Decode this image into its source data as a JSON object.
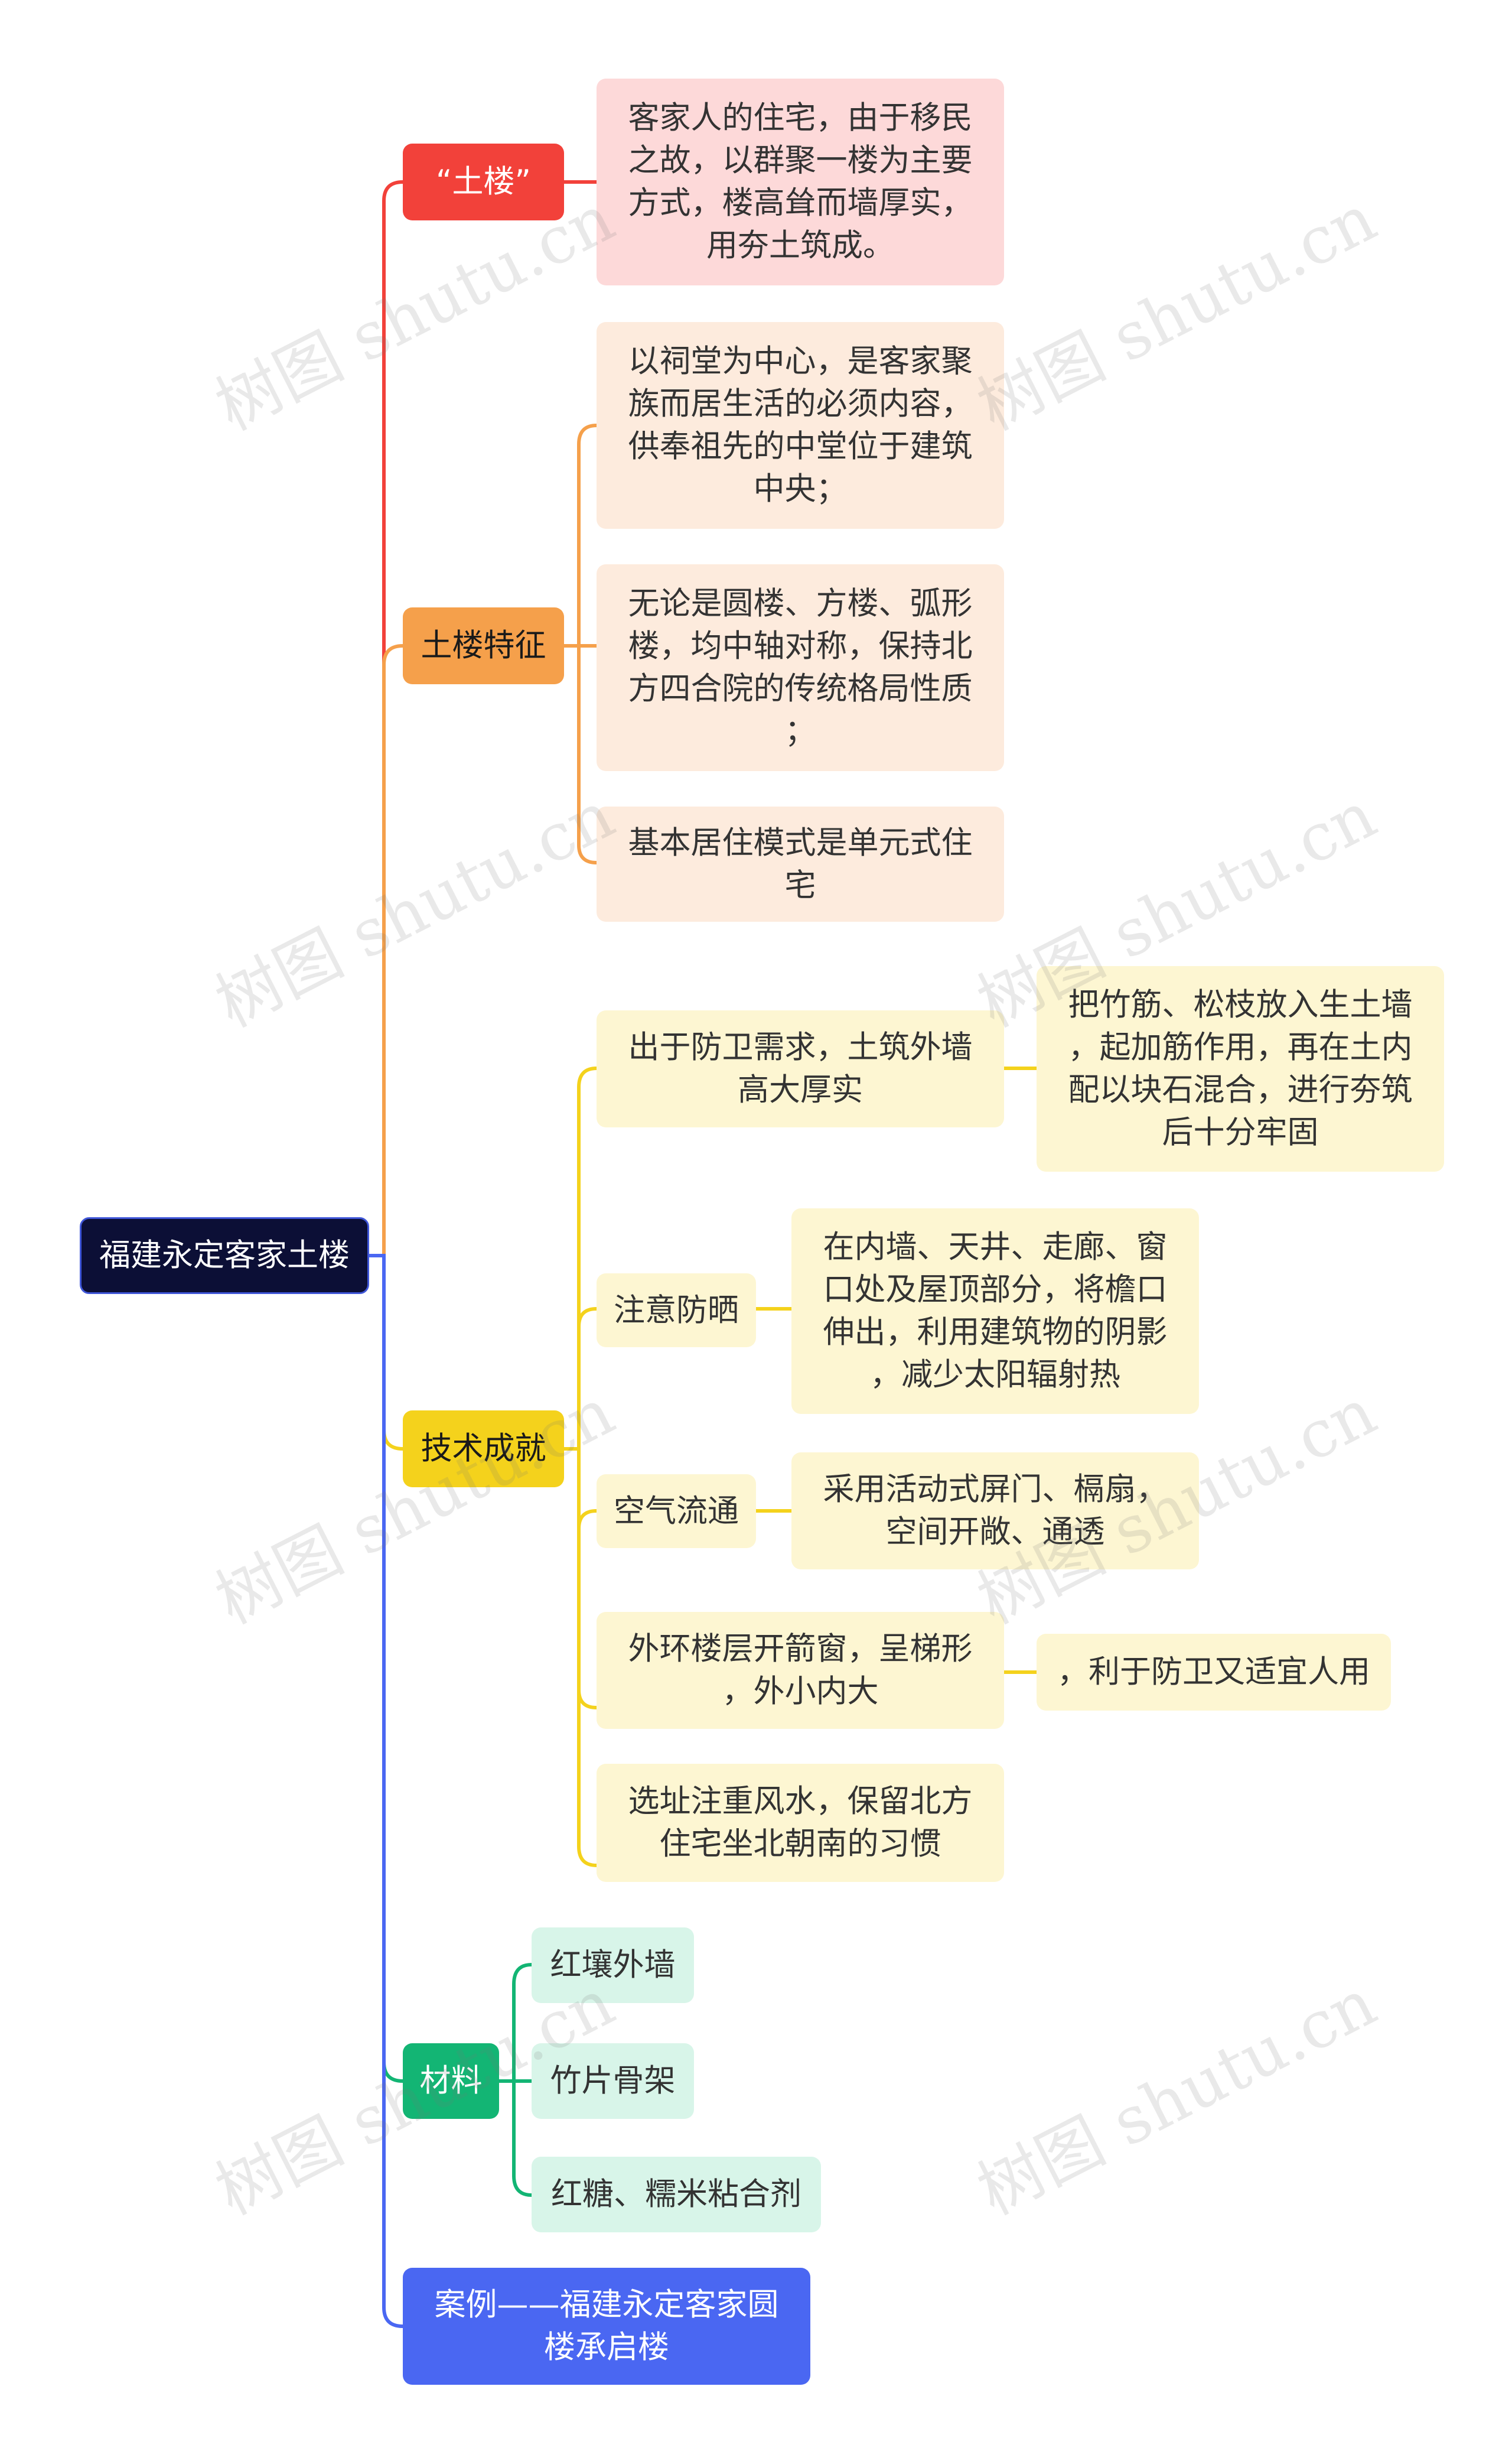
{
  "root": {
    "label": "福建永定客家土楼"
  },
  "branches": {
    "tulou": {
      "label": "“土楼”",
      "leaf": "客家人的住宅，由于移民\n之故，以群聚一楼为主要\n方式，楼高耸而墙厚实，\n用夯土筑成。"
    },
    "features": {
      "label": "土楼特征",
      "items": [
        "以祠堂为中心，是客家聚\n族而居生活的必须内容，\n供奉祖先的中堂位于建筑\n中央；",
        "无论是圆楼、方楼、弧形\n楼，均中轴对称，保持北\n方四合院的传统格局性质\n；",
        "基本居住模式是单元式住\n宅"
      ]
    },
    "tech": {
      "label": "技术成就",
      "items": [
        {
          "label": "出于防卫需求，土筑外墙\n高大厚实",
          "detail": "把竹筋、松枝放入生土墙\n，起加筋作用，再在土内\n配以块石混合，进行夯筑\n后十分牢固"
        },
        {
          "label": "注意防晒",
          "detail": "在内墙、天井、走廊、窗\n口处及屋顶部分，将檐口\n伸出，利用建筑物的阴影\n，减少太阳辐射热"
        },
        {
          "label": "空气流通",
          "detail": "采用活动式屏门、槅扇，\n空间开敞、通透"
        },
        {
          "label": "外环楼层开箭窗，呈梯形\n，外小内大",
          "detail": "，利于防卫又适宜人用"
        },
        {
          "label": "选址注重风水，保留北方\n住宅坐北朝南的习惯"
        }
      ]
    },
    "materials": {
      "label": "材料",
      "items": [
        "红壤外墙",
        "竹片骨架",
        "红糖、糯米粘合剂"
      ]
    },
    "case": {
      "label": "案例——福建永定客家圆\n楼承启楼"
    }
  },
  "watermark": "树图 shutu.cn",
  "colors": {
    "root": "#0c0f36",
    "red": "#f2413a",
    "orange": "#f5a04b",
    "yellow": "#f4d21c",
    "green": "#13b574",
    "blue": "#4a67f2"
  }
}
